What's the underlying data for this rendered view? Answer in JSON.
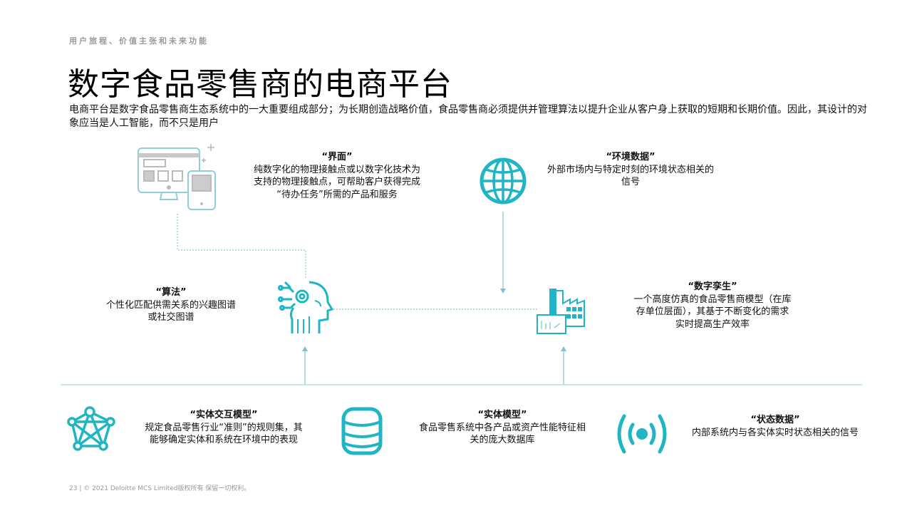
{
  "header": {
    "kicker": "用户旅程、价值主张和未来功能",
    "title": "数字食品零售商的电商平台",
    "description": "电商平台是数字食品零售商生态系统中的一大重要组成部分；为长期创造战略价值，食品零售商必须提供并管理算法以提升企业从客户身上获取的短期和长期价值。因此，其设计的对象应当是人工智能，而不只是用户"
  },
  "nodes": {
    "interface": {
      "title": "“界面”",
      "lines": [
        "纯数字化的物理接触点或以数字化技术为",
        "支持的物理接触点，可帮助客户获得完成",
        "“待办任务”所需的产品和服务"
      ],
      "icon": "devices-icon"
    },
    "environment": {
      "title": "“环境数据”",
      "lines": [
        "外部市场内与特定时刻的环境状态相关的",
        "信号"
      ],
      "icon": "globe-icon"
    },
    "algorithm": {
      "title": "“算法”",
      "lines": [
        "个性化匹配供需关系的兴趣图谱",
        "或社交图谱"
      ],
      "icon": "ai-head-icon"
    },
    "twin": {
      "title": "“数字孪生”",
      "lines": [
        "一个高度仿真的食品零售商模型（在库",
        "存单位层面），其基于不断变化的需求",
        "实时提高生产效率"
      ],
      "icon": "factory-icon"
    },
    "interaction": {
      "title": "“实体交互模型”",
      "lines": [
        "规定食品零售行业“准则”的规则集，其",
        "能够确定实体和系统在环境中的表现"
      ],
      "icon": "network-icon"
    },
    "entity": {
      "title": "“实体模型”",
      "lines": [
        "食品零售系统中各产品或资产性能特征相",
        "关的庞大数据库"
      ],
      "icon": "database-icon"
    },
    "state": {
      "title": "“状态数据”",
      "lines": [
        "内部系统内与各实体实时状态相关的信号"
      ],
      "icon": "signal-icon"
    }
  },
  "footer": "23 | © 2021 Deloitte MCS Limited版权所有 保留一切权利。",
  "colors": {
    "accent": "#1FB5C4",
    "line": "#7FC4CC"
  }
}
